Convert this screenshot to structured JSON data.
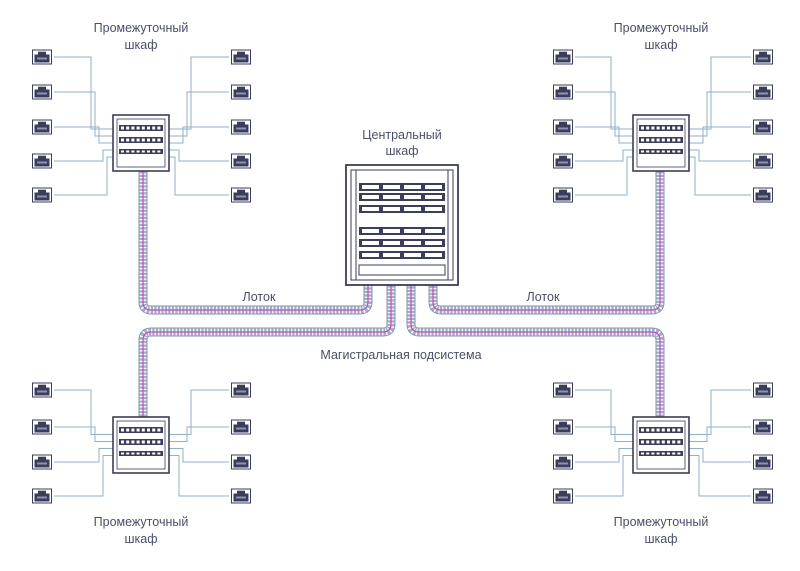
{
  "diagram": {
    "central_cabinet_label": [
      "Центральный",
      "шкаф"
    ],
    "intermediate_cabinet_label": [
      "Промежуточный",
      "шкаф"
    ],
    "tray_label": "Лоток",
    "backbone_label": "Магистральная подсистема"
  },
  "colors": {
    "text": "#4a4f6a",
    "cabinet_frame": "#3a3d5c",
    "wire": "#8fb2c9",
    "tray": "#7f96ad",
    "cable": "#d243c8"
  },
  "icons": {
    "workstation": "network-outlet-icon",
    "cabinet": "server-rack-icon"
  }
}
